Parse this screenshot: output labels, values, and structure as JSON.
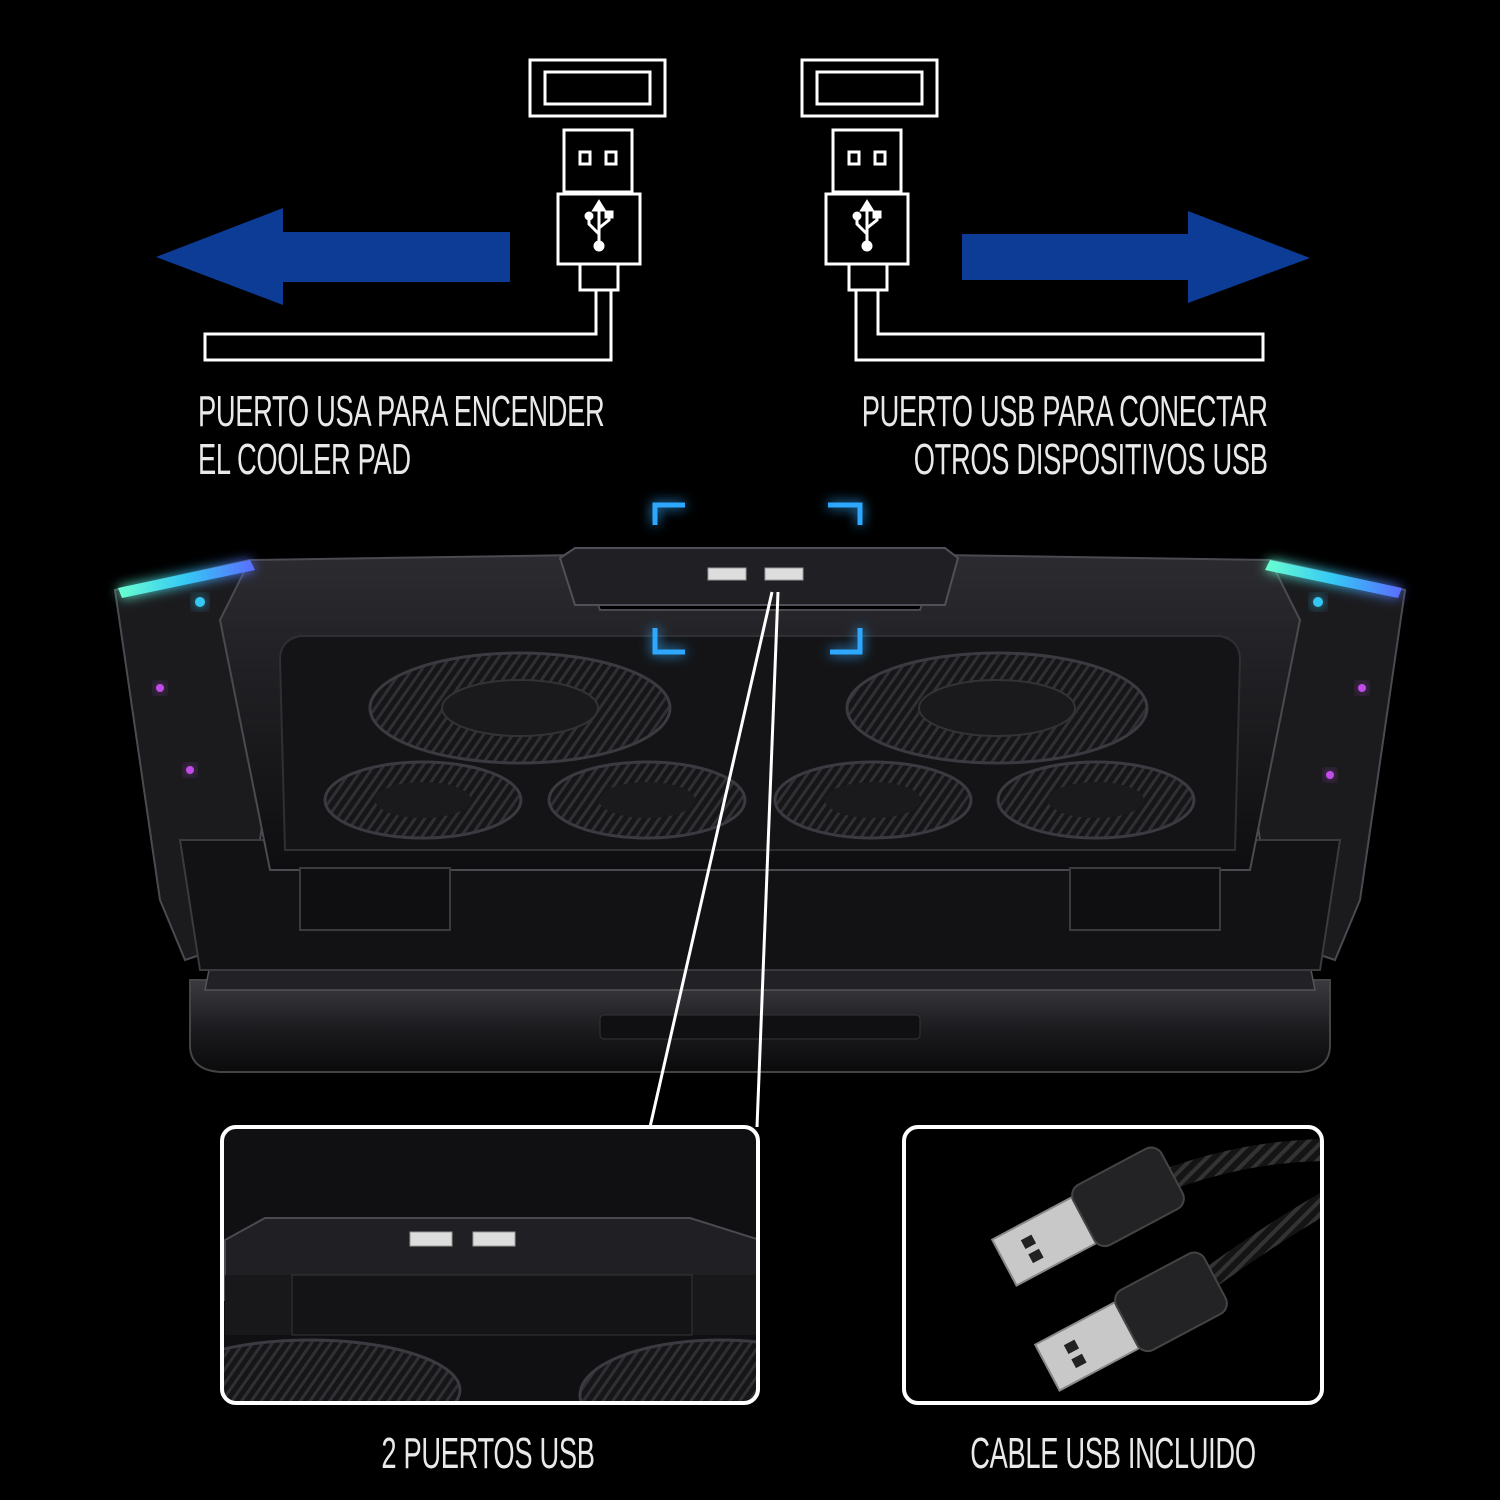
{
  "captions": {
    "left_line1": "PUERTO USA PARA ENCENDER",
    "left_line2": "EL COOLER PAD",
    "right_line1": "PUERTO USB PARA CONECTAR",
    "right_line2": "OTROS DISPOSITIVOS USB",
    "bottom_left": "2 PUERTOS USB",
    "bottom_right": "CABLE USB INCLUIDO"
  },
  "icons": {
    "left_arrow": "arrow-left-icon",
    "right_arrow": "arrow-right-icon",
    "usb": "usb-symbol-icon"
  },
  "colors": {
    "background": "#000000",
    "arrow_blue": "#0d3c96",
    "line_white": "#ffffff",
    "led_cyan": "#35c8f5",
    "led_magenta": "#c04de8"
  }
}
